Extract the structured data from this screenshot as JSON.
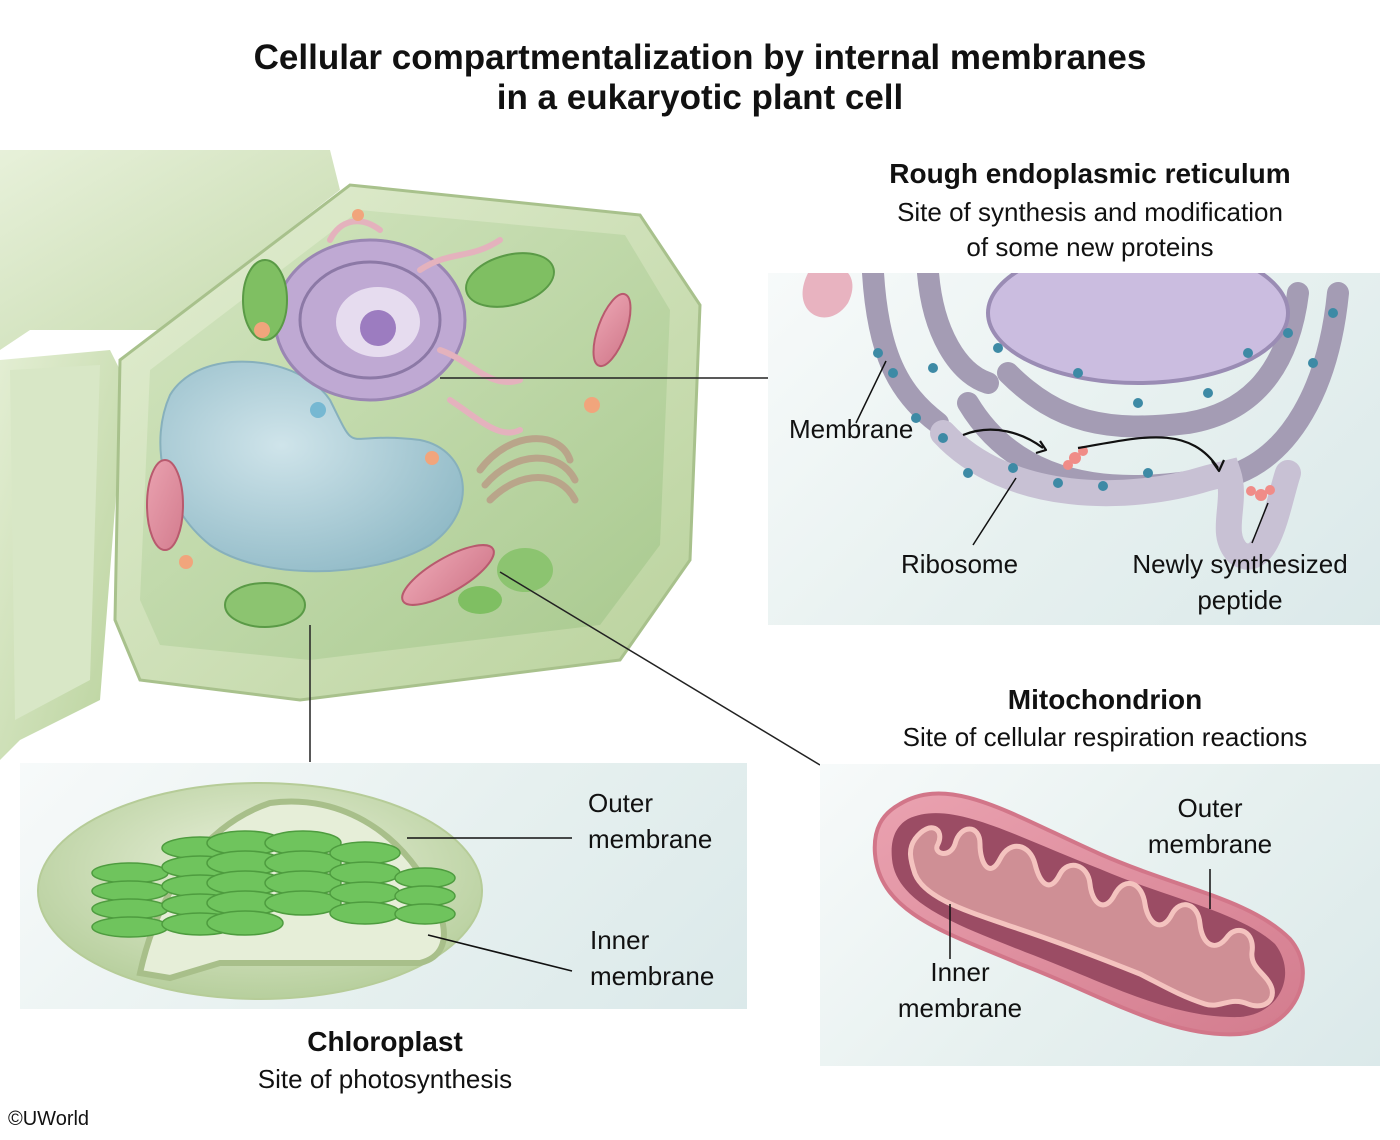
{
  "title": {
    "line1": "Cellular compartmentalization by internal membranes",
    "line2": "in a eukaryotic plant cell"
  },
  "rer": {
    "heading": "Rough endoplasmic reticulum",
    "desc_line1": "Site of synthesis and modification",
    "desc_line2": "of some new proteins",
    "labels": {
      "membrane": "Membrane",
      "ribosome": "Ribosome",
      "peptide_line1": "Newly synthesized",
      "peptide_line2": "peptide"
    }
  },
  "mitochondrion": {
    "heading": "Mitochondrion",
    "desc": "Site of cellular respiration reactions",
    "labels": {
      "outer_line1": "Outer",
      "outer_line2": "membrane",
      "inner_line1": "Inner",
      "inner_line2": "membrane"
    }
  },
  "chloroplast": {
    "heading": "Chloroplast",
    "desc": "Site of photosynthesis",
    "labels": {
      "outer_line1": "Outer",
      "outer_line2": "membrane",
      "inner_line1": "Inner",
      "inner_line2": "membrane"
    }
  },
  "copyright": "©UWorld",
  "colors": {
    "cell_wall": "#c9ddb0",
    "chloroplast_green": "#6cc25a",
    "mito_pink": "#e08c9c",
    "er_purple": "#b5a8c9",
    "ribosome_blue": "#3f8aa5",
    "vacuole_blue": "#a9cdd8"
  }
}
